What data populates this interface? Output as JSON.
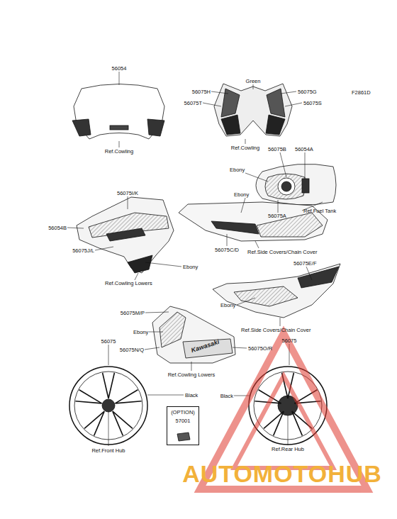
{
  "diagram": {
    "nodes": [
      {
        "text": [
          "(OPTION)",
          "57001"
        ]
      }
    ],
    "labels": [
      "F2861D",
      "56054",
      "Ref.Cowling",
      "56075H",
      "Green",
      "56075G",
      "56075T",
      "56075S",
      "Ref.Cowling",
      "56075B",
      "56054A",
      "Ebony",
      "Ref.Fuel Tank",
      "56075A",
      "56075I/K",
      "Ebony",
      "56054B",
      "56075J/L",
      "Ebony",
      "56075C/D",
      "Ref.Side Covers/Chain Cover",
      "Ref.Cowling Lowers",
      "56075E/F",
      "Ebony",
      "Ref.Side Covers/Chain Cover",
      "56075M/P",
      "Ebony",
      "56075N/Q",
      "56075O/R",
      "56075",
      "56075",
      "Ref.Cowling Lowers",
      "Black",
      "Black",
      "Ref.Front Hub",
      "Ref.Rear Hub",
      "Kawasaki",
      "AUTOMOTOHUB"
    ]
  }
}
